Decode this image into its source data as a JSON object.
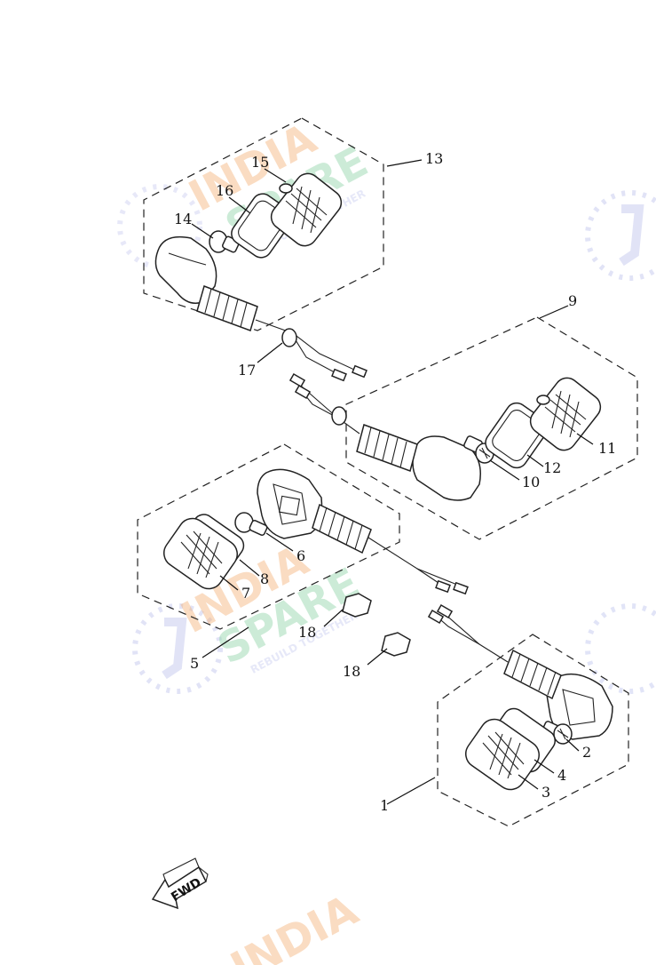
{
  "callouts": [
    {
      "id": "c1",
      "text": "1"
    },
    {
      "id": "c2",
      "text": "2"
    },
    {
      "id": "c3",
      "text": "3"
    },
    {
      "id": "c4",
      "text": "4"
    },
    {
      "id": "c5",
      "text": "5"
    },
    {
      "id": "c6",
      "text": "6"
    },
    {
      "id": "c7",
      "text": "7"
    },
    {
      "id": "c8",
      "text": "8"
    },
    {
      "id": "c9",
      "text": "9"
    },
    {
      "id": "c10",
      "text": "10"
    },
    {
      "id": "c11",
      "text": "11"
    },
    {
      "id": "c12",
      "text": "12"
    },
    {
      "id": "c13",
      "text": "13"
    },
    {
      "id": "c14",
      "text": "14"
    },
    {
      "id": "c15",
      "text": "15"
    },
    {
      "id": "c16",
      "text": "16"
    },
    {
      "id": "c17",
      "text": "17"
    },
    {
      "id": "c18a",
      "text": "18"
    },
    {
      "id": "c18b",
      "text": "18"
    }
  ],
  "fwd_label": "FWD",
  "watermark": {
    "line1": "INDIA",
    "line2": "SPARE",
    "tagline": "REBUILD TOGETHER",
    "color_orange": "#f4b27a",
    "color_green": "#8fd3a8",
    "color_blue": "#c9cdf0"
  },
  "colors": {
    "ink": "#222222",
    "background": "#ffffff"
  }
}
